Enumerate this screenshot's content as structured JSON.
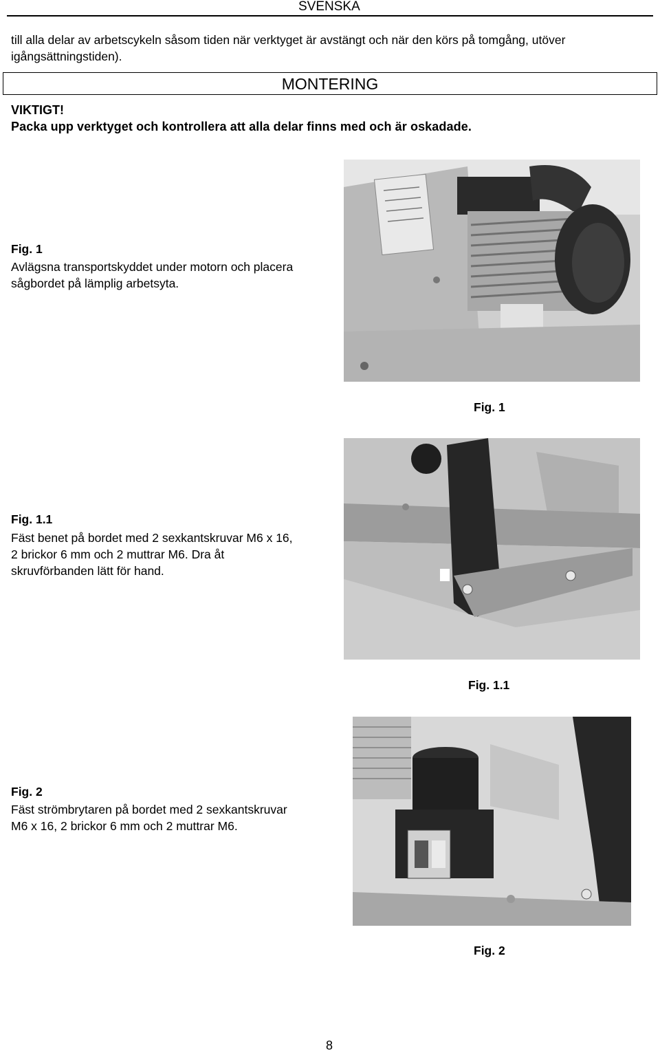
{
  "header": {
    "language": "SVENSKA"
  },
  "intro": {
    "text": "till alla delar av arbetscykeln såsom tiden när verktyget är avstängt och när den körs på tomgång, utöver igångsättningstiden)."
  },
  "section": {
    "title": "MONTERING"
  },
  "warning": {
    "label": "VIKTIGT!",
    "text": "Packa upp verktyget och kontrollera att alla delar finns med och är oskadade."
  },
  "figures": [
    {
      "label": "Fig. 1",
      "text": "Avlägsna transportskyddet under motorn och placera sågbordet på lämplig arbetsyta.",
      "caption": "Fig. 1",
      "photo_icon": "electric-motor-photo"
    },
    {
      "label": "Fig. 1.1",
      "text": "Fäst benet på bordet med 2 sexkantskruvar M6 x 16, 2 brickor 6 mm och 2 muttrar M6. Dra åt skruvförbanden lätt för hand.",
      "caption": "Fig. 1.1",
      "photo_icon": "table-leg-photo"
    },
    {
      "label": "Fig. 2",
      "text": "Fäst strömbrytaren på bordet med 2 sexkantskruvar M6 x 16, 2 brickor 6 mm och 2 muttrar M6.",
      "caption": "Fig. 2",
      "photo_icon": "power-switch-photo"
    }
  ],
  "footer": {
    "page_number": "8"
  }
}
